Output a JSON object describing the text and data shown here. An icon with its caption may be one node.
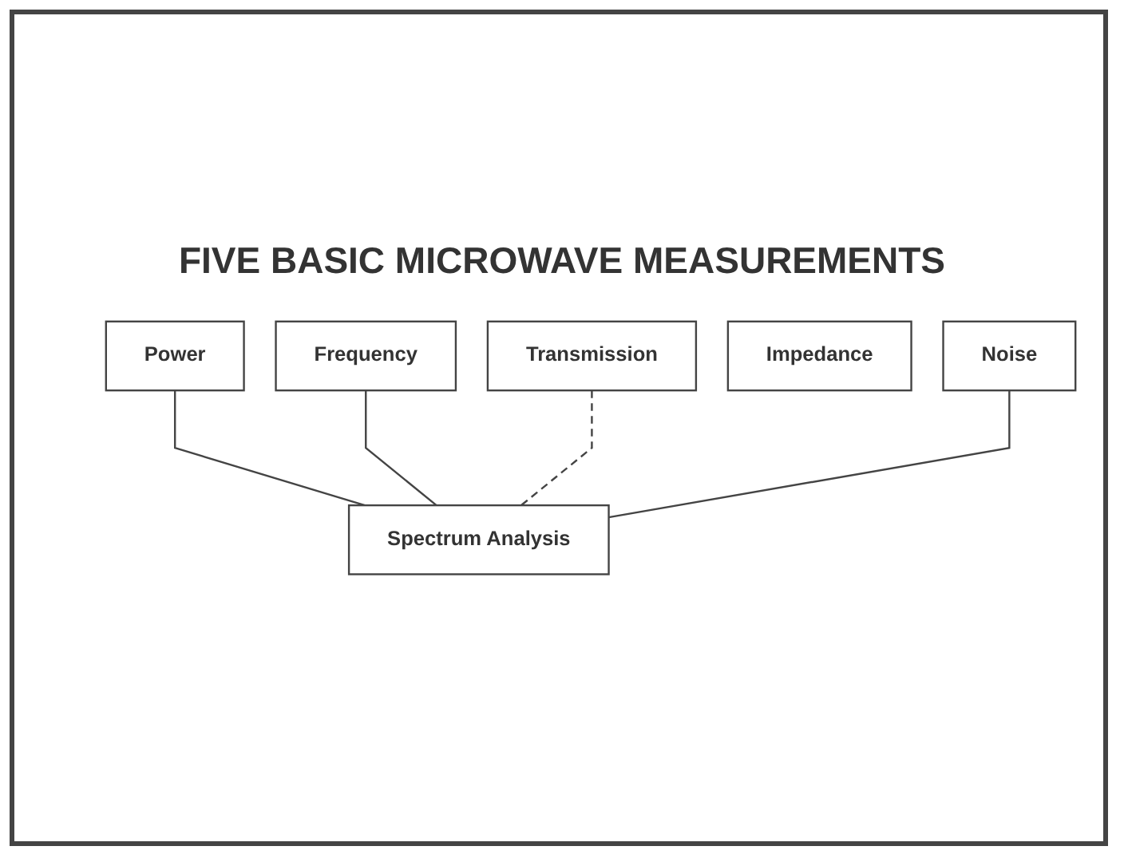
{
  "diagram": {
    "title": "FIVE BASIC MICROWAVE MEASUREMENTS",
    "nodes": [
      {
        "text": [
          "Power"
        ]
      },
      {
        "text": [
          "Frequency"
        ]
      },
      {
        "text": [
          "Transmission"
        ]
      },
      {
        "text": [
          "Impedance"
        ]
      },
      {
        "text": [
          "Noise"
        ]
      },
      {
        "text": [
          "Spectrum Analysis"
        ]
      }
    ],
    "edges": [
      {
        "from": 0,
        "to": 5,
        "arrow": "none"
      },
      {
        "from": 1,
        "to": 5,
        "arrow": "none"
      },
      {
        "from": 2,
        "to": 5,
        "arrow": "none",
        "style": "dashed"
      },
      {
        "from": 4,
        "to": 5,
        "arrow": "none"
      }
    ]
  }
}
